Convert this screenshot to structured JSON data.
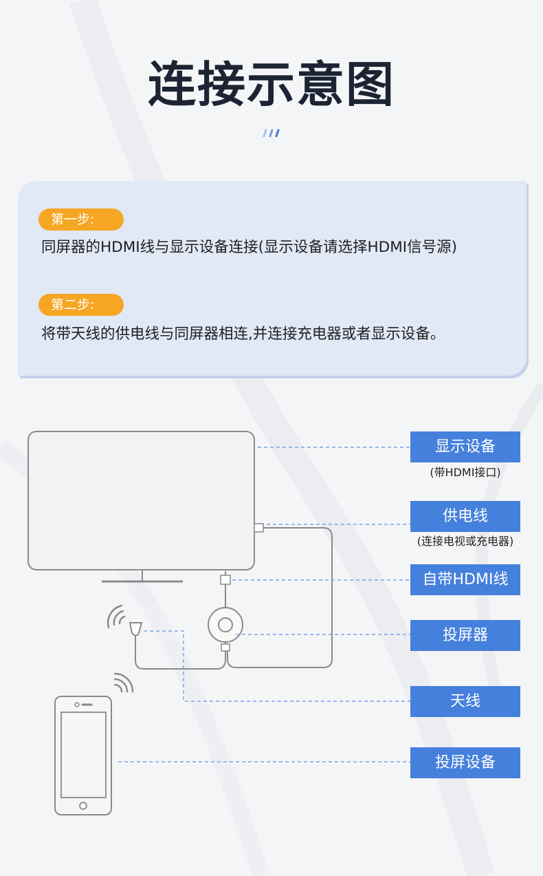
{
  "title": "连接示意图",
  "steps": [
    {
      "badge": "第一步:",
      "text": "同屏器的HDMI线与显示设备连接(显示设备请选择HDMI信号源)"
    },
    {
      "badge": "第二步:",
      "text": "将带天线的供电线与同屏器相连,并连接充电器或者显示设备。"
    }
  ],
  "labels": [
    {
      "text": "显示设备",
      "sub": "(带HDMI接口)"
    },
    {
      "text": "供电线",
      "sub": "(连接电视或充电器)"
    },
    {
      "text": "自带HDMI线",
      "sub": ""
    },
    {
      "text": "投屏器",
      "sub": ""
    },
    {
      "text": "天线",
      "sub": ""
    },
    {
      "text": "投屏设备",
      "sub": ""
    }
  ],
  "colors": {
    "accent_blue": "#4580dc",
    "badge_orange": "#f6a623",
    "card_bg": "#e1e8f6",
    "line_gray": "#888888",
    "leader_dash": "#7aa2e4"
  },
  "icons": [
    "wifi-signal-icon",
    "phone-icon",
    "tv-icon",
    "dongle-icon"
  ]
}
